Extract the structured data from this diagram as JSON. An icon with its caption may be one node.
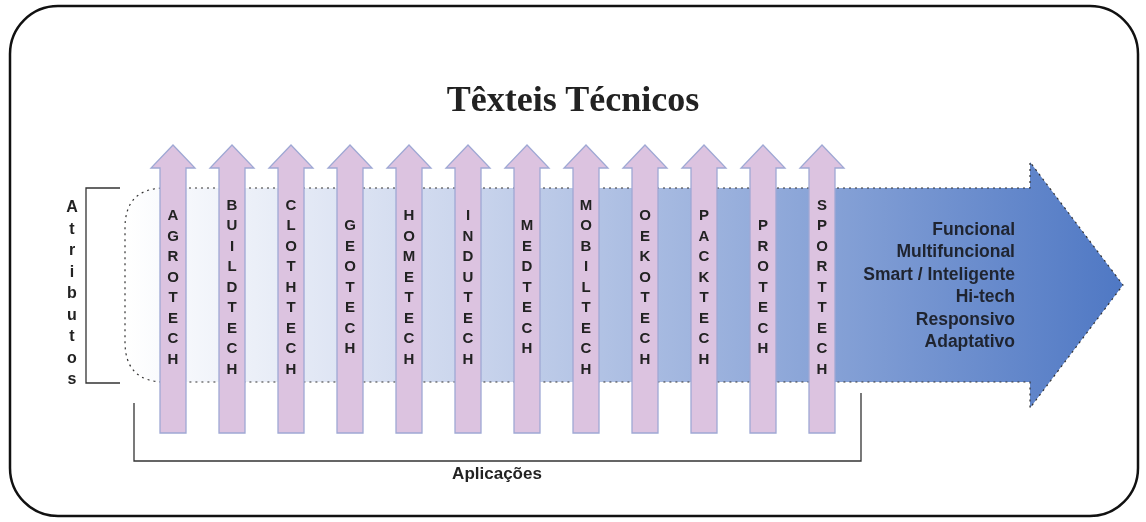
{
  "diagram": {
    "title": "Têxteis Técnicos",
    "nodes": [
      {
        "text": [
          "AGROTECH"
        ]
      },
      {
        "text": [
          "BUILDTECH"
        ]
      },
      {
        "text": [
          "CLOTHTECH"
        ]
      },
      {
        "text": [
          "GEOTECH"
        ]
      },
      {
        "text": [
          "HOMETECH"
        ]
      },
      {
        "text": [
          "INDUTECH"
        ]
      },
      {
        "text": [
          "MEDTECH"
        ]
      },
      {
        "text": [
          "MOBILTECH"
        ]
      },
      {
        "text": [
          "OEKOTECH"
        ]
      },
      {
        "text": [
          "PACKTECH"
        ]
      },
      {
        "text": [
          "PROTECH"
        ]
      },
      {
        "text": [
          "SPORTTECH"
        ]
      },
      {
        "text": [
          "Funcional",
          "Multifuncional",
          "Smart / Inteligente",
          "Hi-tech",
          "Responsivo",
          "Adaptativo"
        ]
      }
    ],
    "labels": [
      "Atributos",
      "Aplicações"
    ]
  }
}
